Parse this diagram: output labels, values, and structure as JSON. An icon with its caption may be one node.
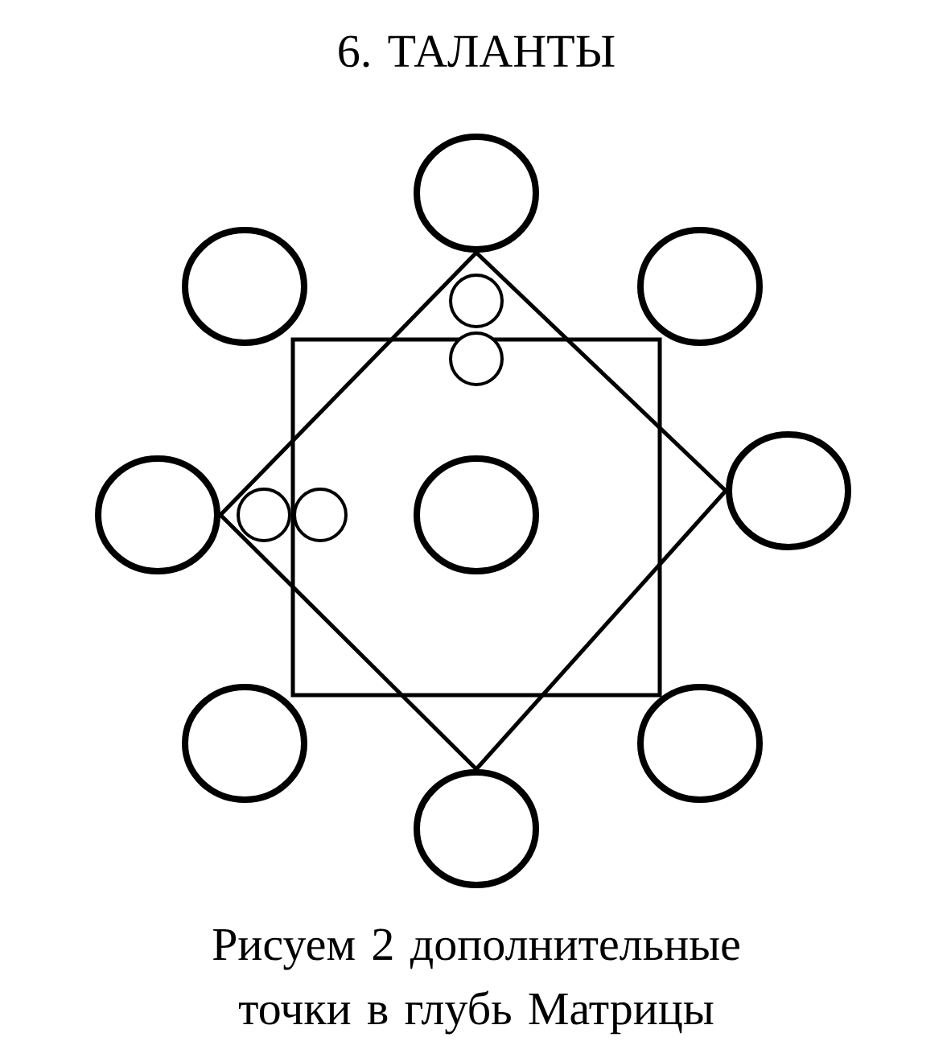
{
  "diagram": {
    "title": "6. ТАЛАНТЫ",
    "caption": "Рисуем 2 дополнительные точки в глубь Матрицы",
    "nodes": [
      {
        "text": [],
        "shape": "circle"
      },
      {
        "text": [],
        "shape": "circle"
      },
      {
        "text": [],
        "shape": "circle"
      },
      {
        "text": [],
        "shape": "circle"
      },
      {
        "text": [],
        "shape": "circle"
      },
      {
        "text": [],
        "shape": "circle"
      },
      {
        "text": [],
        "shape": "circle"
      },
      {
        "text": [],
        "shape": "circle"
      },
      {
        "text": [],
        "shape": "circle"
      },
      {
        "text": [],
        "shape": "circle"
      },
      {
        "text": [],
        "shape": "circle"
      },
      {
        "text": [],
        "shape": "circle"
      },
      {
        "text": [],
        "shape": "circle"
      }
    ],
    "edges": [
      {
        "from": 0,
        "to": 9,
        "arrow": "none"
      },
      {
        "from": 9,
        "to": 12,
        "arrow": "none"
      },
      {
        "from": 12,
        "to": 5,
        "arrow": "none"
      },
      {
        "from": 5,
        "to": 0,
        "arrow": "none"
      }
    ]
  }
}
